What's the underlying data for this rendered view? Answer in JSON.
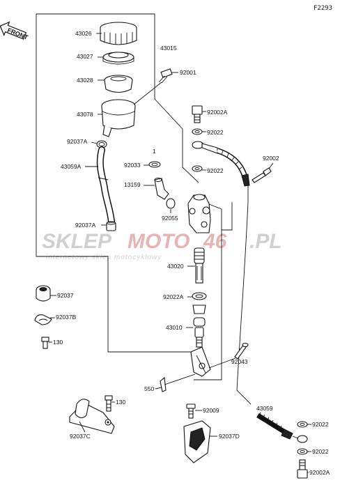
{
  "header": {
    "code": "F2293"
  },
  "front_arrow": {
    "label": "FRONT"
  },
  "watermark": {
    "brand_part1": "SKLEP",
    "brand_part2": "MOTO",
    "brand_part3": "46",
    "brand_part4": ".PL",
    "tagline": "internetowy sklep motocyklowy",
    "colors": {
      "grey": "#c8c8c8",
      "red": "#e3a8a8"
    }
  },
  "labels": {
    "p43026": "43026",
    "p43015": "43015",
    "p43027": "43027",
    "p43028": "43028",
    "p92001": "92001",
    "p43078": "43078",
    "p92002A_top": "92002A",
    "p92022_a": "92022",
    "p92037A_top": "92037A",
    "p92033": "92033",
    "p92022_b": "92022",
    "p92002": "92002",
    "p43059A": "43059A",
    "p13159": "13159",
    "p92055": "92055",
    "p92037A_bot": "92037A",
    "p43020": "43020",
    "p92037": "92037",
    "p92022A": "92022A",
    "p92037B": "92037B",
    "p43010": "43010",
    "p130_a": "130",
    "p92043": "92043",
    "p550": "550",
    "p130_b": "130",
    "p92009": "92009",
    "p43059": "43059",
    "p92037C": "92037C",
    "p92037D": "92037D",
    "p92022_c": "92022",
    "p92022_d": "92022",
    "p92002A_bot": "92002A"
  },
  "note_mark": "1"
}
